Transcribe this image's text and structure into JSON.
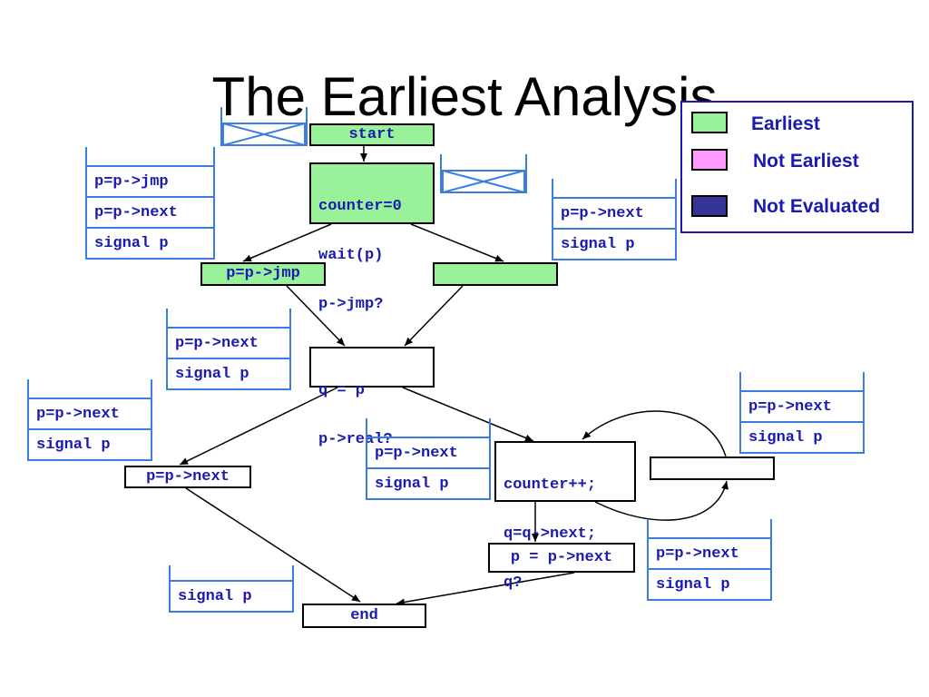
{
  "title": "The Earliest Analysis",
  "colors": {
    "earliest": "#99f299",
    "not_earliest": "#ff99ff",
    "not_evaluated": "#333399",
    "node_text": "#1a1ab0",
    "stack_border": "#3a7fe0"
  },
  "legend": {
    "earliest": "Earliest",
    "not_earliest": "Not Earliest",
    "not_evaluated": "Not Evaluated"
  },
  "nodes": {
    "start": "start",
    "block1": [
      "counter=0",
      "wait(p)",
      "p->jmp?"
    ],
    "jmp": "p=p->jmp",
    "empty_branch": "",
    "qp": [
      "q = p",
      "p->real?"
    ],
    "next_left": "p=p->next",
    "loop_body": [
      "counter++;",
      "q=q->next;",
      "q?"
    ],
    "loop_empty": "",
    "p_next": "p = p->next",
    "end": "end"
  },
  "stacks": {
    "s1": [
      "p=p->jmp",
      "p=p->next",
      "signal p"
    ],
    "s2": [
      "p=p->next",
      "signal p"
    ],
    "s3": [
      "p=p->next",
      "signal p"
    ],
    "s4": [
      "p=p->next",
      "signal p"
    ],
    "s5": [
      "p=p->next",
      "signal p"
    ],
    "s6": [
      "p=p->next",
      "signal p"
    ],
    "s7": [
      "p=p->next",
      "signal p"
    ],
    "s8": [
      "signal p"
    ]
  }
}
